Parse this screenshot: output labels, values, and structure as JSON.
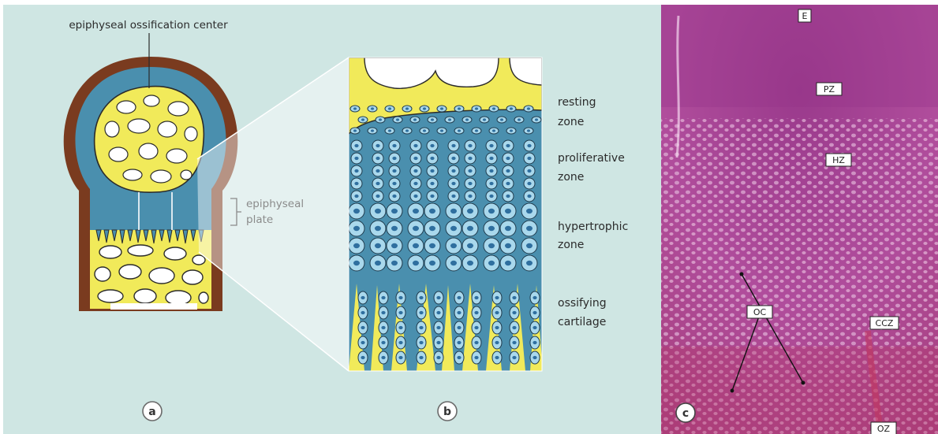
{
  "panel_a": {
    "center_label": "epiphyseal ossification center",
    "plate_label_1": "epiphyseal",
    "plate_label_2": "plate",
    "letter": "a"
  },
  "panel_b": {
    "letter": "b",
    "zones": [
      {
        "line1": "resting",
        "line2": "zone"
      },
      {
        "line1": "proliferative",
        "line2": "zone"
      },
      {
        "line1": "hypertrophic",
        "line2": "zone"
      },
      {
        "line1": "ossifying",
        "line2": "cartilage"
      }
    ]
  },
  "panel_c": {
    "letter": "c",
    "tags": {
      "e": "E",
      "pz": "PZ",
      "hz": "HZ",
      "oc": "OC",
      "ccz": "CCZ",
      "oz": "OZ"
    }
  },
  "colors": {
    "background": "#cfe6e3",
    "bone_brown": "#7a3b1f",
    "cartilage_blue": "#4a8fae",
    "bone_yellow": "#f1ea5a",
    "cell_light": "#a9d8ec",
    "nucleus": "#2f6f9f",
    "tissue_pink": "#b0489a"
  }
}
